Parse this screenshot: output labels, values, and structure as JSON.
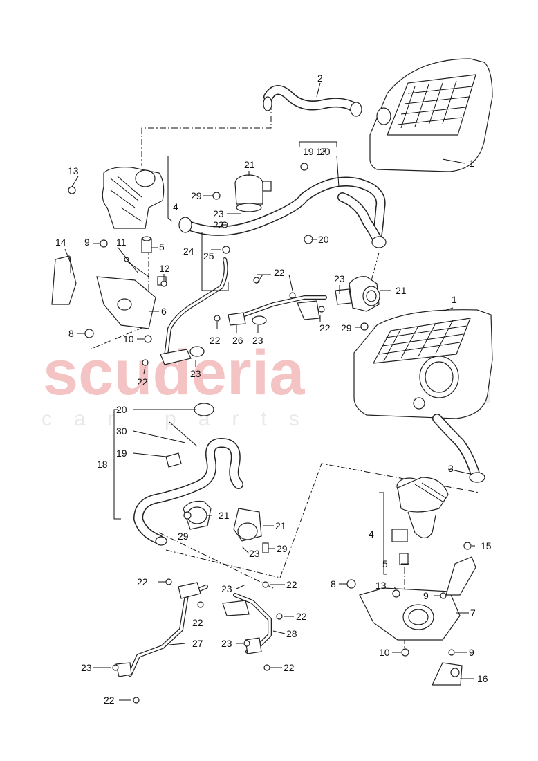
{
  "watermark": {
    "brand": "scuderia",
    "tagline": "car parts"
  },
  "callouts": {
    "n1": "1",
    "n2": "2",
    "n3": "3",
    "n4": "4",
    "n5": "5",
    "n6": "6",
    "n7": "7",
    "n8": "8",
    "n9": "9",
    "n10": "10",
    "n11": "11",
    "n12": "12",
    "n13": "13",
    "n14": "14",
    "n15": "15",
    "n16": "16",
    "n17": "17",
    "n18": "18",
    "n19": "19",
    "n20": "20",
    "n21": "21",
    "n22": "22",
    "n23": "23",
    "n24": "24",
    "n25": "25",
    "n26": "26",
    "n27": "27",
    "n28": "28",
    "n29": "29",
    "n30": "30"
  }
}
